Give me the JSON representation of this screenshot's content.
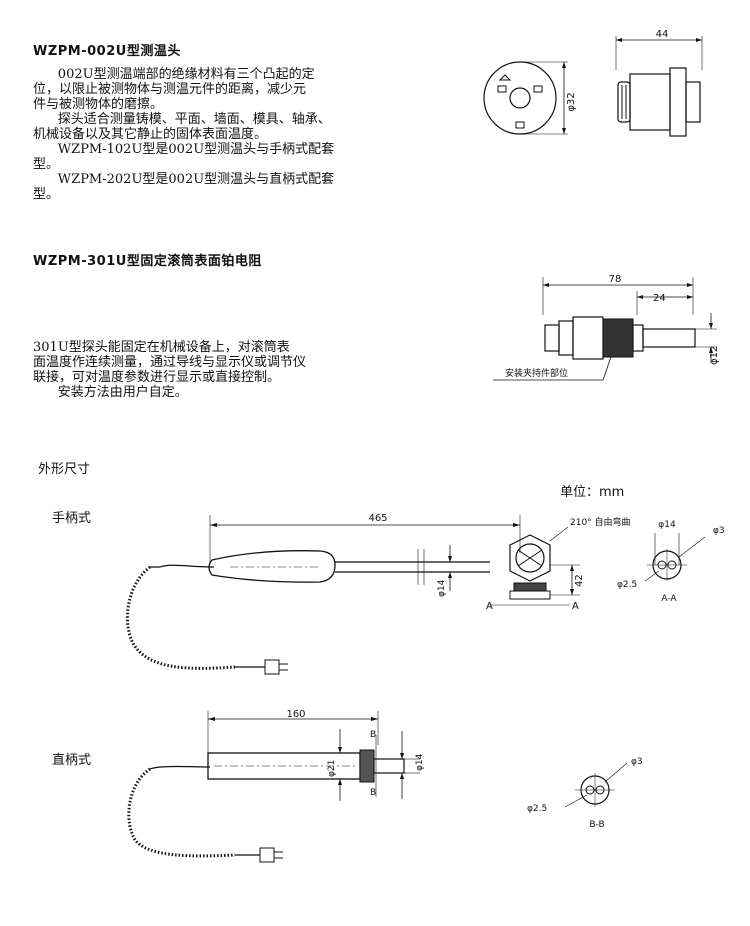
{
  "section1": {
    "title": "WZPM-002U型测温头",
    "lines": [
      "      002U型测温端部的绝缘材料有三个凸起的定",
      "位，以限止被测物体与测温元件的距离，减少元",
      "件与被测物体的磨擦。",
      "      探头适合测量铸模、平面、墙面、模具、轴承、",
      "机械设备以及其它静止的固体表面温度。",
      "      WZPM-102U型是002U型测温头与手柄式配套",
      "型。",
      "      WZPM-202U型是002U型测温头与直柄式配套",
      "型。"
    ],
    "dim_length": "44",
    "dim_diameter": "φ32"
  },
  "section2": {
    "title": "WZPM-301U型固定滚筒表面铂电阻",
    "lines": [
      "301U型探头能固定在机械设备上，对滚筒表",
      "面温度作连续测量，通过导线与显示仪或调节仪",
      "联接，可对温度参数进行显示或直接控制。",
      "      安装方法由用户自定。"
    ],
    "dim_total": "78",
    "dim_tip": "24",
    "dim_diameter": "φ12",
    "mount_label": "安装夹持件部位"
  },
  "section3": {
    "title": "外形尺寸",
    "unit_label": "单位：mm",
    "handle_label": "手柄式",
    "straight_label": "直柄式",
    "handle": {
      "dim_length": "465",
      "dim_diameter": "φ14",
      "dim_height": "42",
      "bend_note": "210° 自由弯曲",
      "cut_mark": "A",
      "section_title": "A-A",
      "sec_outer": "φ14",
      "sec_hole": "φ3",
      "sec_pitch": "φ2.5"
    },
    "straight": {
      "dim_length": "160",
      "dim_body": "φ21",
      "dim_tip": "φ14",
      "cut_mark": "B",
      "section_title": "B-B",
      "sec_hole": "φ3",
      "sec_pitch": "φ2.5"
    }
  }
}
